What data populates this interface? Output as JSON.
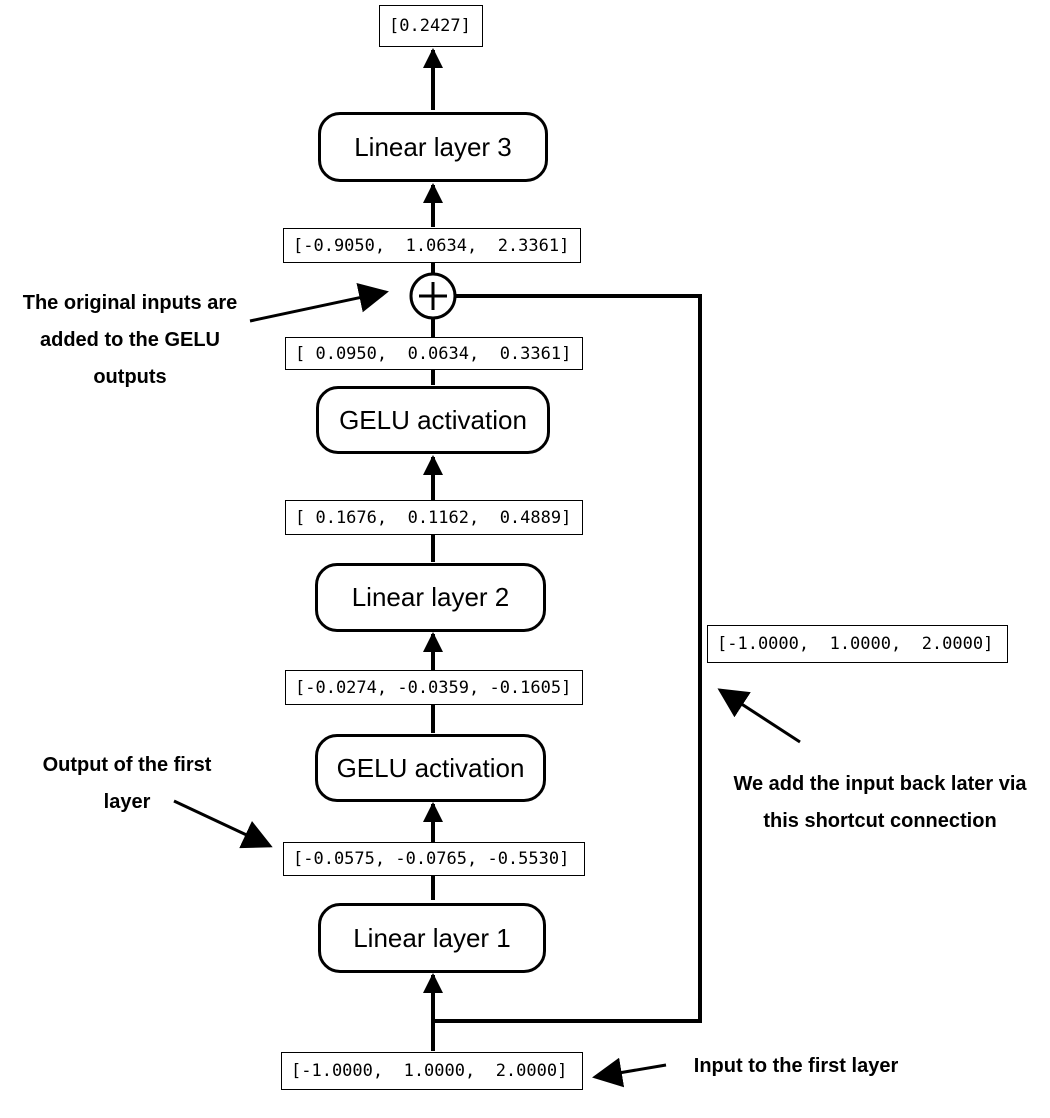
{
  "blocks": {
    "linear1": "Linear layer 1",
    "gelu1": "GELU activation",
    "linear2": "Linear layer 2",
    "gelu2": "GELU activation",
    "linear3": "Linear layer 3"
  },
  "vectors": {
    "input": "[-1.0000,  1.0000,  2.0000]",
    "linear1_out": "[-0.0575, -0.0765, -0.5530]",
    "gelu1_out": "[-0.0274, -0.0359, -0.1605]",
    "linear2_out": "[ 0.1676,  0.1162,  0.4889]",
    "gelu2_out": "[ 0.0950,  0.0634,  0.3361]",
    "sum_out": "[-0.9050,  1.0634,  2.3361]",
    "output": "[0.2427]",
    "shortcut": "[-1.0000,  1.0000,  2.0000]"
  },
  "annotations": {
    "original_inputs": "The original inputs are added to the GELU outputs",
    "first_output": "Output of the first layer",
    "shortcut": "We add the input back later via this shortcut connection",
    "input_first": "Input to the first layer"
  }
}
